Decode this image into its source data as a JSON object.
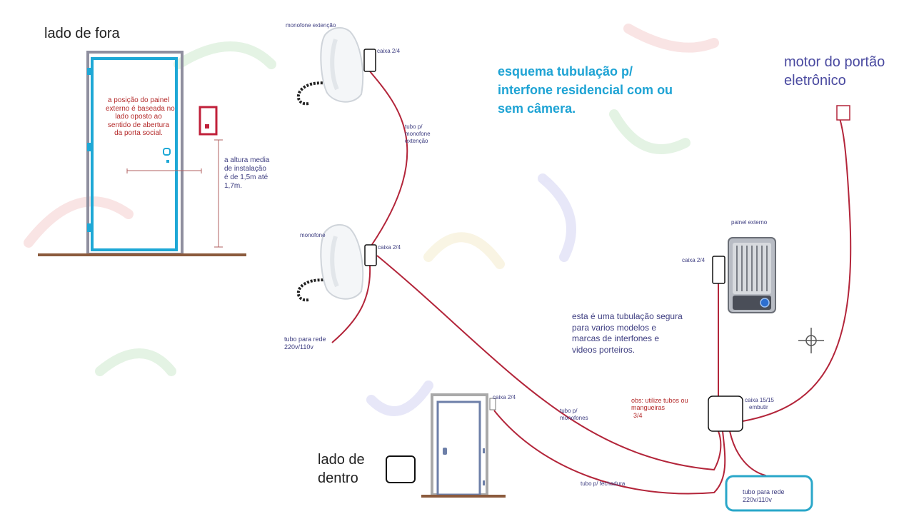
{
  "diagram": {
    "title_lines": [
      "esquema tubulação p/",
      "interfone residencial com ou",
      "sem câmera."
    ],
    "outside_label": "lado de fora",
    "inside_label_lines": [
      "lado de",
      "dentro"
    ],
    "gate_motor_lines": [
      "motor do portão",
      "eletrônico"
    ],
    "panel_position_note_lines": [
      "a posição do painel",
      "externo é baseada no",
      "lado oposto ao",
      "sentido de abertura",
      "da porta social."
    ],
    "height_note_lines": [
      "a altura media",
      "de instalação",
      "é de 1,5m até",
      "1,7m."
    ],
    "handset_extension_label": "monofone extenção",
    "handset_label": "monofone",
    "box_2x4_label": "caixa 2/4",
    "tube_extension_lines": [
      "tubo p/",
      "monofone",
      "extenção"
    ],
    "tube_power_lines": [
      "tubo para rede",
      "220v/110v"
    ],
    "external_panel_label": "painel externo",
    "safe_piping_note_lines": [
      "esta é uma tubulação segura",
      "para varios modelos e",
      "marcas de interfones e",
      "videos porteiros."
    ],
    "obs_note_lines": [
      "obs: utilize tubos ou",
      "mangueiras",
      "3/4"
    ],
    "box_15x15_lines": [
      "caixa 15/15",
      "embutir"
    ],
    "tube_handsets_lines": [
      "tubo p/",
      "monofones"
    ],
    "tube_lock_label": "tubo p/ fechadura"
  }
}
